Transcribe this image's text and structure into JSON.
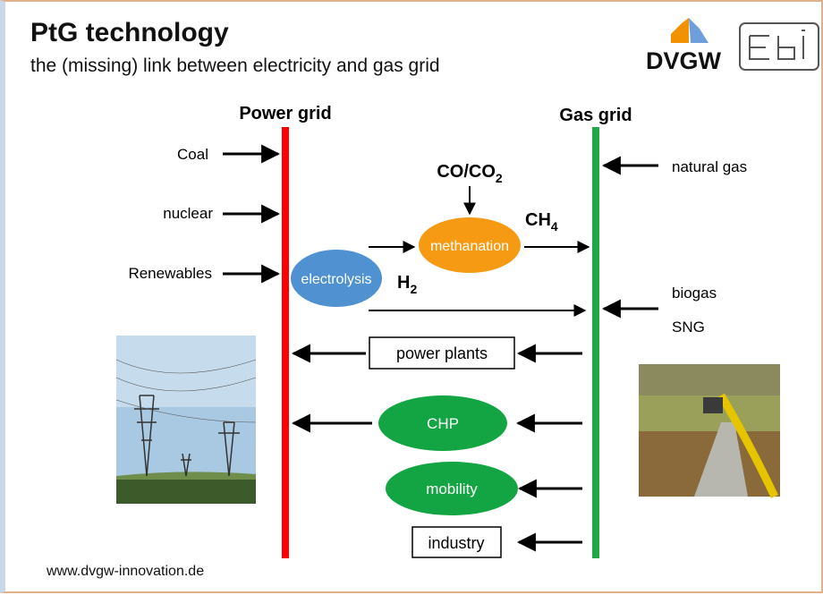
{
  "header": {
    "title": "PtG technology",
    "subtitle": "the (missing) link between electricity and gas grid"
  },
  "logos": {
    "dvgw": "DVGW",
    "ebi_logo_icon": "ebi-logo-icon"
  },
  "colors": {
    "power_bar": "#ff0000",
    "gas_bar": "#1fa84a",
    "electrolysis": "#4f91d1",
    "methanation": "#f59a12",
    "green_node": "#13a543",
    "dvgw_orange": "#f39200",
    "dvgw_blue": "#6f9fdb"
  },
  "diagram": {
    "power_grid_label": "Power grid",
    "gas_grid_label": "Gas grid",
    "power_sources": [
      "Coal",
      "nuclear",
      "Renewables"
    ],
    "gas_sources": [
      "natural gas",
      "biogas",
      "SNG"
    ],
    "electrolysis": "electrolysis",
    "methanation": "methanation",
    "h2": {
      "base": "H",
      "sub": "2"
    },
    "ch4": {
      "base": "CH",
      "sub": "4"
    },
    "co_co2": {
      "base": "CO/CO",
      "sub": "2"
    },
    "consumers": {
      "power_plants": "power plants",
      "chp": "CHP",
      "mobility": "mobility",
      "industry": "industry"
    }
  },
  "footer": {
    "url": "www.dvgw-innovation.de"
  }
}
